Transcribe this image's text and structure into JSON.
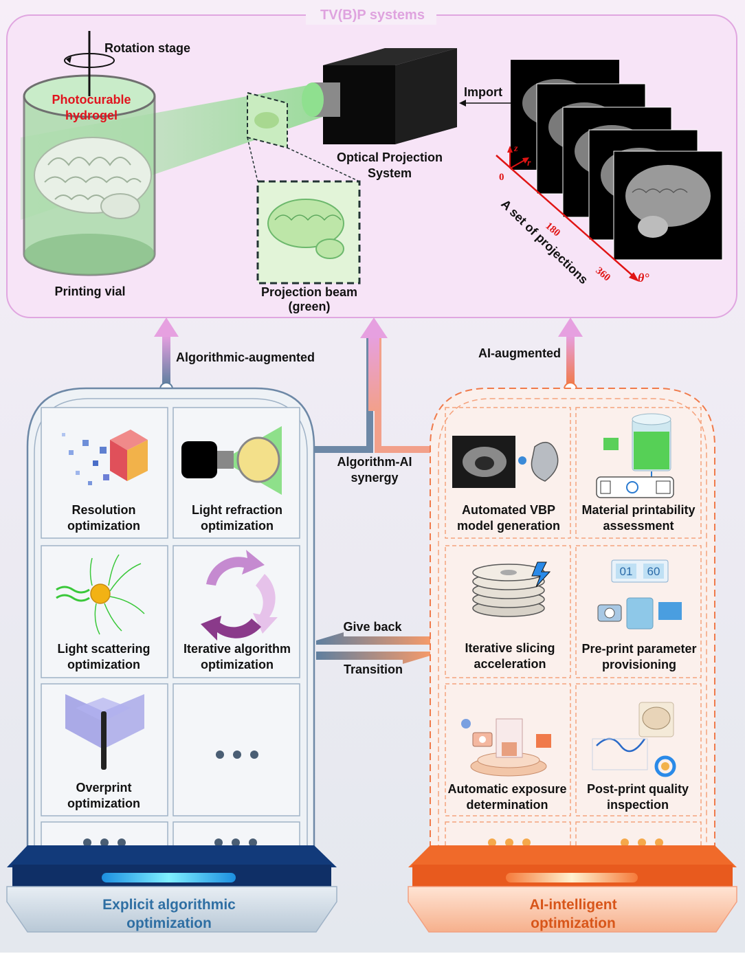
{
  "top": {
    "title": "TV(B)P systems",
    "rotation_stage": "Rotation stage",
    "hydrogel_line1": "Photocurable",
    "hydrogel_line2": "hydrogel",
    "printing_vial": "Printing vial",
    "beam_line1": "Projection beam",
    "beam_line2": "(green)",
    "ops_line1": "Optical Projection",
    "ops_line2": "System",
    "import": "Import",
    "projections_label": "A set of projections",
    "axis_z": "z",
    "axis_r": "r",
    "tick_0": "0",
    "tick_180": "180",
    "tick_360": "360",
    "theta": "θ°"
  },
  "connectors": {
    "algorithmic_augmented": "Algorithmic-augmented",
    "ai_augmented": "AI-augmented",
    "synergy_line1": "Algorithm-AI",
    "synergy_line2": "synergy",
    "give_back": "Give back",
    "transition": "Transition"
  },
  "left_panel": {
    "base_line1": "Explicit algorithmic",
    "base_line2": "optimization",
    "cells": [
      {
        "line1": "Resolution",
        "line2": "optimization"
      },
      {
        "line1": "Light refraction",
        "line2": "optimization"
      },
      {
        "line1": "Light scattering",
        "line2": "optimization"
      },
      {
        "line1": "Iterative algorithm",
        "line2": "optimization"
      },
      {
        "line1": "Overprint",
        "line2": "optimization"
      }
    ]
  },
  "right_panel": {
    "base_line1": "AI-intelligent",
    "base_line2": "optimization",
    "timer_a": "01",
    "timer_b": "60",
    "cells": [
      {
        "line1": "Automated VBP",
        "line2": "model generation"
      },
      {
        "line1": "Material printability",
        "line2": "assessment"
      },
      {
        "line1": "Iterative slicing",
        "line2": "acceleration"
      },
      {
        "line1": "Pre-print parameter",
        "line2": "provisioning"
      },
      {
        "line1": "Automatic exposure",
        "line2": "determination"
      },
      {
        "line1": "Post-print quality",
        "line2": "inspection"
      }
    ]
  },
  "colors": {
    "top_border": "#e0a6e0",
    "left_accent": "#2f6fa3",
    "right_accent": "#f07a4a",
    "green": "#7ed67e"
  }
}
